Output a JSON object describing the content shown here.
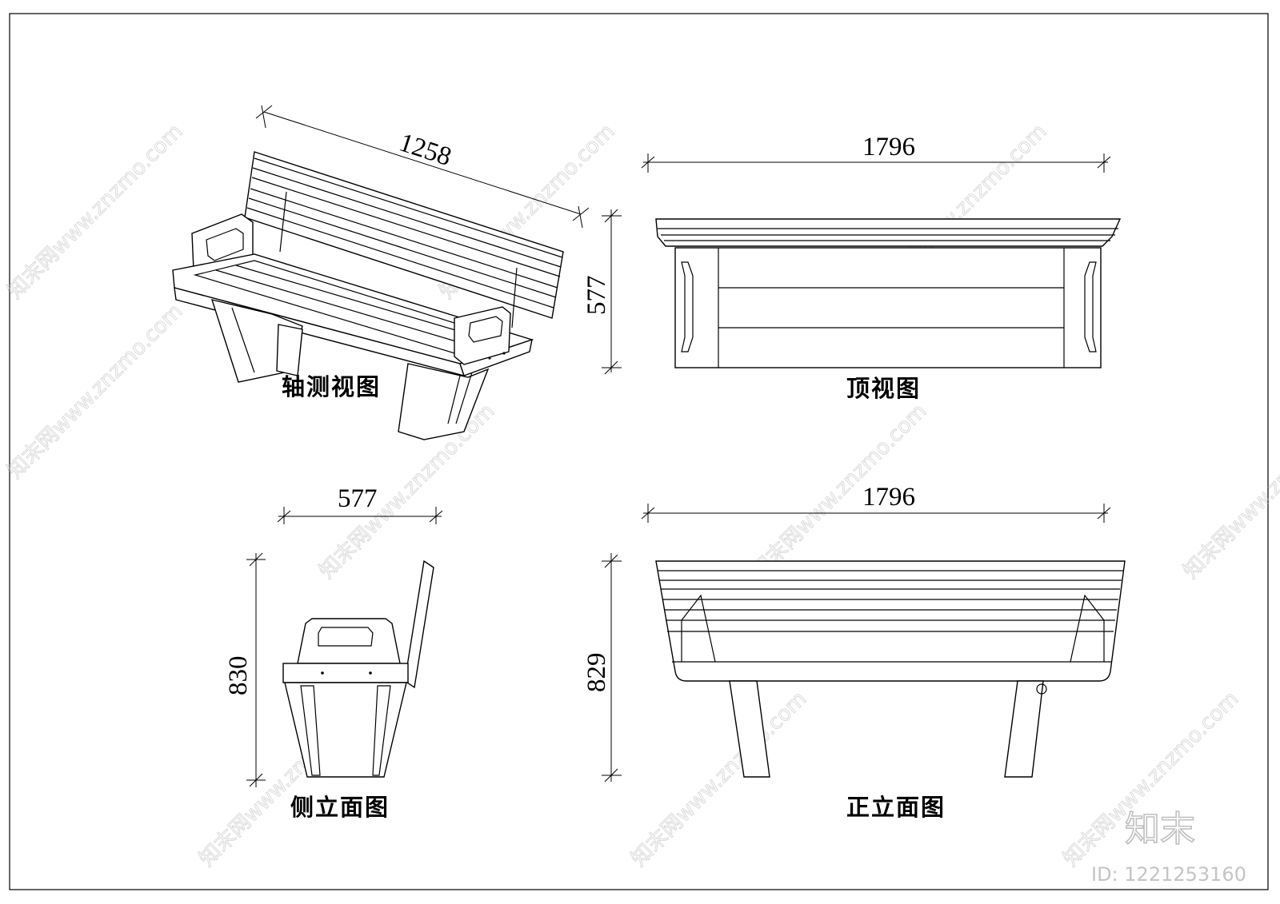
{
  "views": {
    "axonometric": {
      "label": "轴测视图",
      "dimension": "1258"
    },
    "top": {
      "label": "顶视图",
      "dimension_width": "1796",
      "dimension_depth": "577"
    },
    "side": {
      "label": "侧立面图",
      "dimension_width": "577",
      "dimension_height": "830"
    },
    "front": {
      "label": "正立面图",
      "dimension_width": "1796",
      "dimension_height": "829"
    }
  },
  "watermark": {
    "site_text": "知末网www.znzmo.com",
    "logo_text": "知末",
    "id_text": "ID: 1221253160"
  }
}
